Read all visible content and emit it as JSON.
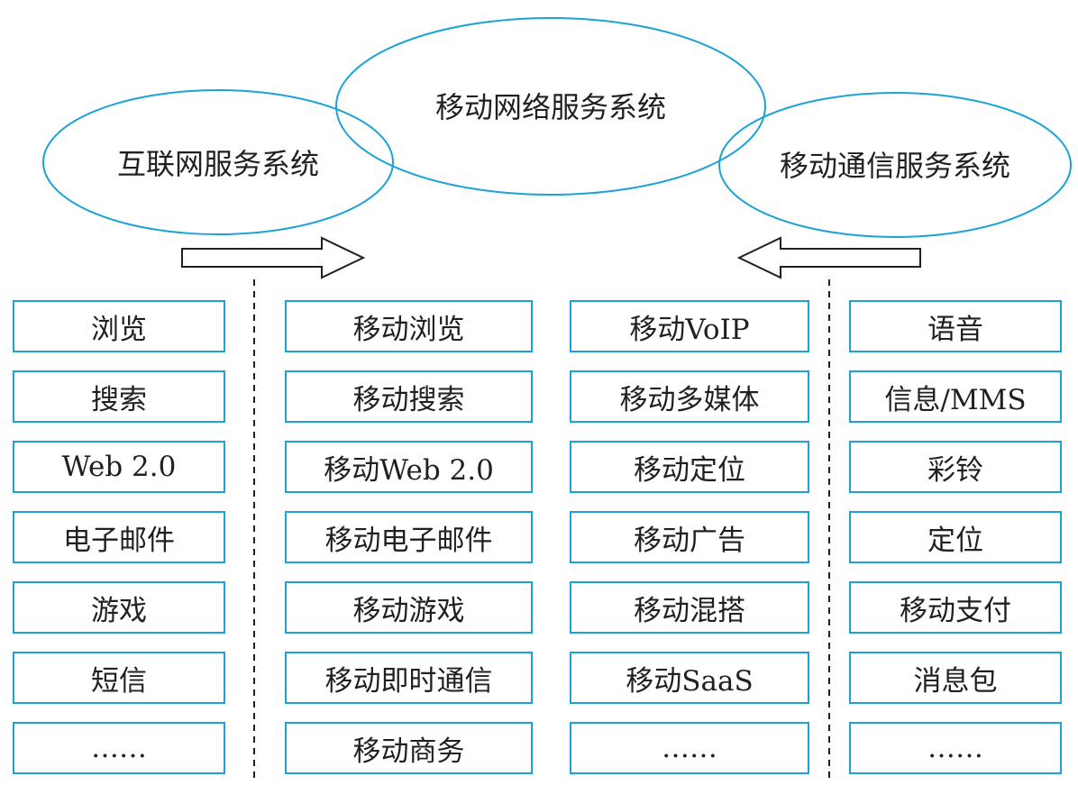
{
  "ellipses": {
    "internet": "互联网服务系统",
    "mobile_network": "移动网络服务系统",
    "mobile_comm": "移动通信服务系统"
  },
  "colors": {
    "outline": "#1aa3d4",
    "text": "#231f20",
    "line": "#231f20"
  },
  "columns": [
    [
      "浏览",
      "搜索",
      "Web 2.0",
      "电子邮件",
      "游戏",
      "短信",
      "……"
    ],
    [
      "移动浏览",
      "移动搜索",
      "移动Web 2.0",
      "移动电子邮件",
      "移动游戏",
      "移动即时通信",
      "移动商务"
    ],
    [
      "移动VoIP",
      "移动多媒体",
      "移动定位",
      "移动广告",
      "移动混搭",
      "移动SaaS",
      "……"
    ],
    [
      "语音",
      "信息/MMS",
      "彩铃",
      "定位",
      "移动支付",
      "消息包",
      "……"
    ]
  ]
}
